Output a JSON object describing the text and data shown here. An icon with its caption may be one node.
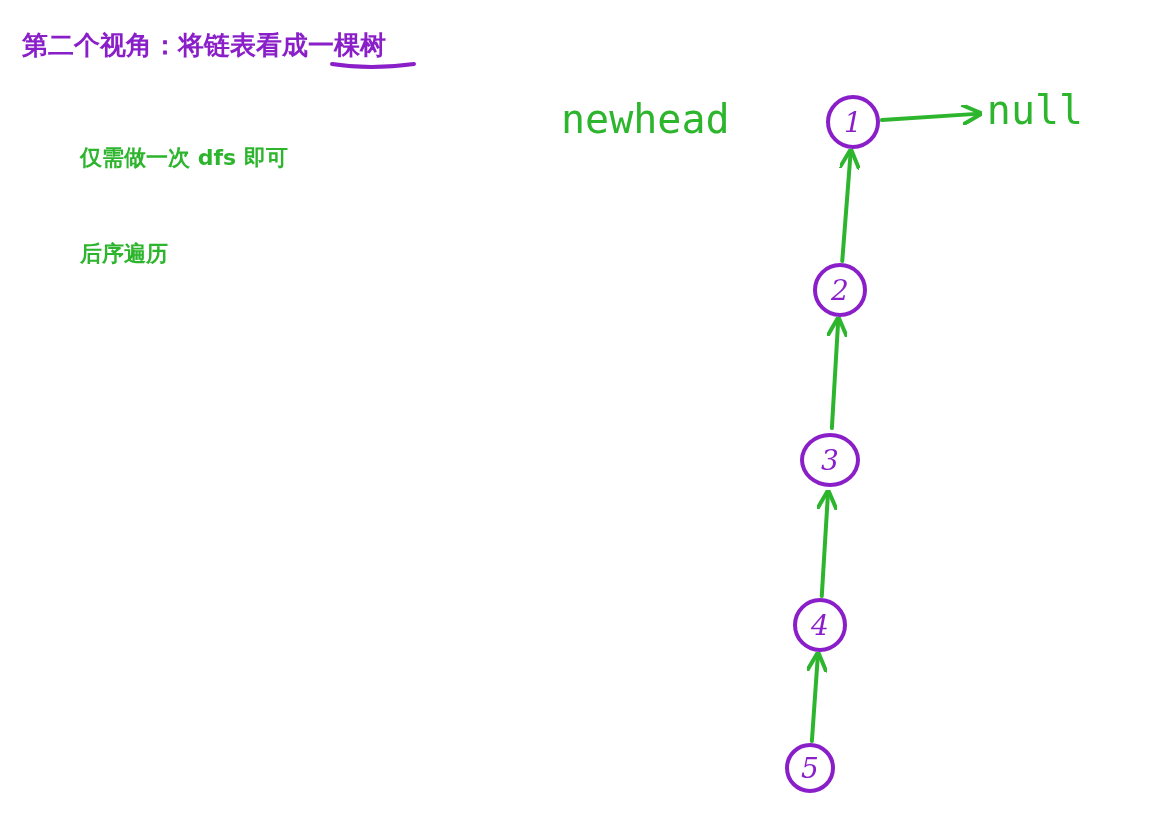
{
  "diagram": {
    "title": "第二个视角：将链表看成一棵树",
    "nodes": [
      {
        "text": [
          "1"
        ],
        "beside": [
          "newhead"
        ]
      },
      {
        "text": [
          "null"
        ]
      },
      {
        "text": [
          "2"
        ]
      },
      {
        "text": [
          "3"
        ]
      },
      {
        "text": [
          "4"
        ]
      },
      {
        "text": [
          "5"
        ]
      }
    ],
    "edges": [
      {
        "from": 0,
        "to": 1,
        "arrow": "to"
      },
      {
        "from": 2,
        "to": 0,
        "arrow": "to"
      },
      {
        "from": 3,
        "to": 2,
        "arrow": "to"
      },
      {
        "from": 4,
        "to": 3,
        "arrow": "to"
      },
      {
        "from": 5,
        "to": 4,
        "arrow": "to"
      }
    ],
    "labels": [
      "仅需做一次 dfs 即可",
      "后序遍历"
    ]
  }
}
